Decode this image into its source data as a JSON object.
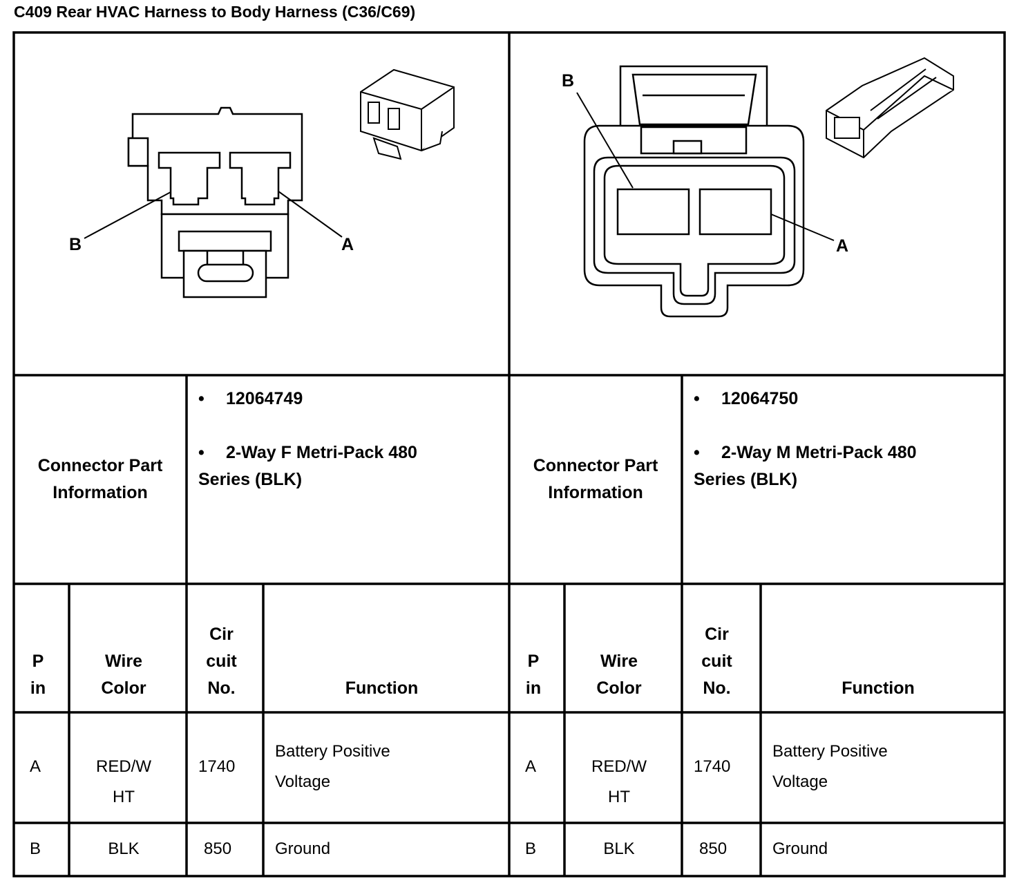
{
  "title": "C409 Rear HVAC Harness to Body Harness (C36/C69)",
  "connectors": [
    {
      "label_b": "B",
      "label_a": "A",
      "part_info_label": "Connector Part Information",
      "part_info_lines": [
        "Connector Part",
        "Information"
      ],
      "bullets": [
        "12064749",
        "2-Way F Metri-Pack 480 Series (BLK)"
      ],
      "bullet2_lines": [
        "2-Way F Metri-Pack 480",
        "Series (BLK)"
      ],
      "headers": {
        "pin": [
          "P",
          "in"
        ],
        "wire_color": [
          "Wire",
          "Color"
        ],
        "circuit_no": [
          "Cir",
          "cuit",
          "No."
        ],
        "function": "Function"
      },
      "rows": [
        {
          "pin": "A",
          "wire_color": [
            "RED/W",
            "HT"
          ],
          "circuit": "1740",
          "function": [
            "Battery Positive",
            "Voltage"
          ]
        },
        {
          "pin": "B",
          "wire_color": [
            "BLK"
          ],
          "circuit": "850",
          "function": [
            "Ground"
          ]
        }
      ]
    },
    {
      "label_b": "B",
      "label_a": "A",
      "part_info_label": "Connector Part Information",
      "part_info_lines": [
        "Connector Part",
        "Information"
      ],
      "bullets": [
        "12064750",
        "2-Way M Metri-Pack 480 Series (BLK)"
      ],
      "bullet2_lines": [
        "2-Way M Metri-Pack 480",
        "Series (BLK)"
      ],
      "headers": {
        "pin": [
          "P",
          "in"
        ],
        "wire_color": [
          "Wire",
          "Color"
        ],
        "circuit_no": [
          "Cir",
          "cuit",
          "No."
        ],
        "function": "Function"
      },
      "rows": [
        {
          "pin": "A",
          "wire_color": [
            "RED/W",
            "HT"
          ],
          "circuit": "1740",
          "function": [
            "Battery Positive",
            "Voltage"
          ]
        },
        {
          "pin": "B",
          "wire_color": [
            "BLK"
          ],
          "circuit": "850",
          "function": [
            "Ground"
          ]
        }
      ]
    }
  ]
}
